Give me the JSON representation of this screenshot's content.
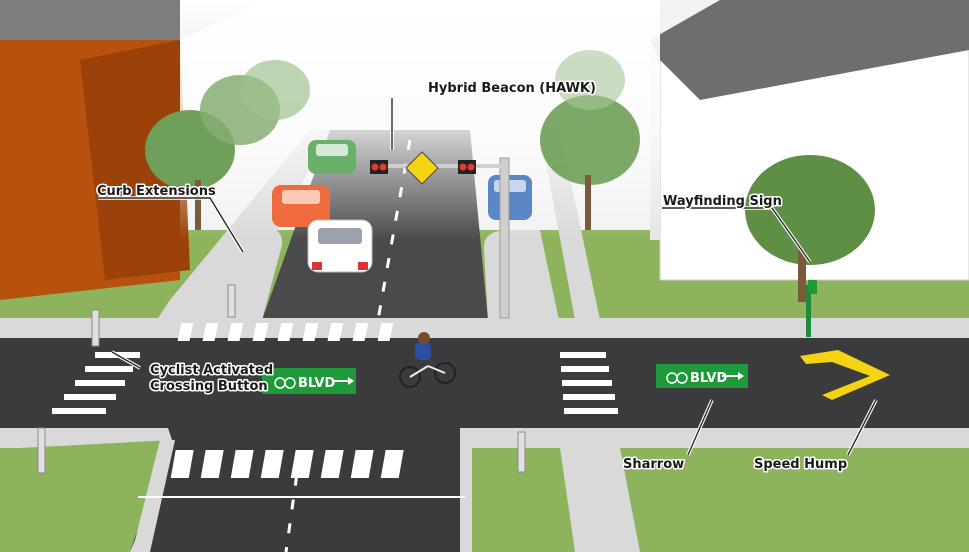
{
  "labels": {
    "hawk": "Hybrid Beacon (HAWK)",
    "curb": "Curb Extensions",
    "wayfinding": "Wayfinding Sign",
    "cyclist_line1": "Cyclist Activated",
    "cyclist_line2": "Crossing Button",
    "sharrow": "Sharrow",
    "speed_hump": "Speed Hump"
  },
  "pavement_marking_text": "BLVD",
  "colors": {
    "asphalt": "#3b3b3d",
    "grass": "#8db35c",
    "sidewalk": "#d9d9d9",
    "sharrow_green": "#1e9a3a",
    "speed_hump_yellow": "#f4d312",
    "brick": "#b8500e",
    "tree": "#6f9f58"
  }
}
